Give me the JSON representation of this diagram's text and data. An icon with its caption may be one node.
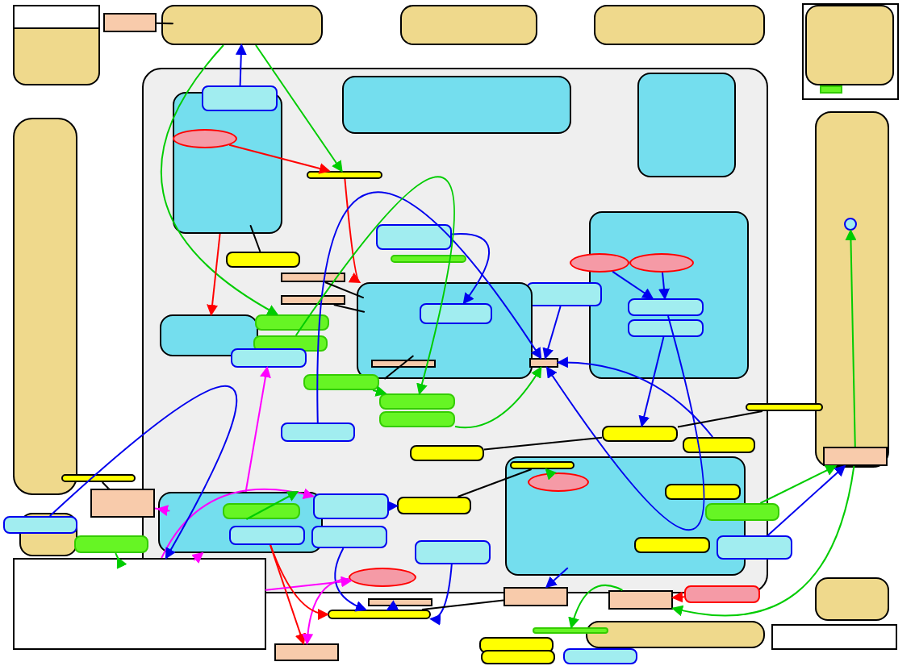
{
  "diagram": {
    "nodes": [
      {
        "text": [],
        "shape": "box"
      },
      {
        "text": [],
        "shape": "box"
      },
      {
        "text": [],
        "shape": "box",
        "in": 1
      },
      {
        "text": [],
        "shape": "box"
      },
      {
        "text": [],
        "shape": "box"
      },
      {
        "text": [],
        "shape": "box"
      },
      {
        "text": [],
        "shape": "box"
      },
      {
        "text": [],
        "shape": "box"
      },
      {
        "text": [],
        "shape": "box",
        "in": 7
      },
      {
        "text": [],
        "shape": "box",
        "in": 7
      },
      {
        "text": [],
        "shape": "box"
      },
      {
        "text": [],
        "shape": "box"
      },
      {
        "text": [],
        "shape": "box"
      },
      {
        "text": [],
        "shape": "box"
      },
      {
        "text": [],
        "shape": "box"
      },
      {
        "text": [],
        "shape": "box"
      },
      {
        "text": [],
        "shape": "box"
      },
      {
        "text": [],
        "shape": "box",
        "in": 0
      },
      {
        "text": [],
        "shape": "box",
        "in": 17
      },
      {
        "text": [],
        "shape": "ellipse",
        "in": 17
      },
      {
        "text": [],
        "shape": "box",
        "in": 0
      },
      {
        "text": [],
        "shape": "box",
        "in": 0
      },
      {
        "text": [],
        "shape": "box",
        "in": 0
      },
      {
        "text": [],
        "shape": "box",
        "in": 0
      },
      {
        "text": [],
        "shape": "box",
        "in": 0
      },
      {
        "text": [],
        "shape": "box",
        "in": 0
      },
      {
        "text": [],
        "shape": "box",
        "in": 0
      },
      {
        "text": [],
        "shape": "box",
        "in": 0
      },
      {
        "text": [],
        "shape": "box",
        "in": 0
      },
      {
        "text": [],
        "shape": "ellipse",
        "in": 28
      },
      {
        "text": [],
        "shape": "ellipse",
        "in": 28
      },
      {
        "text": [],
        "shape": "box",
        "in": 0
      },
      {
        "text": [],
        "shape": "box",
        "in": 28
      },
      {
        "text": [],
        "shape": "box",
        "in": 28
      },
      {
        "text": [],
        "shape": "box",
        "in": 0
      },
      {
        "text": [],
        "shape": "box",
        "in": 0
      },
      {
        "text": [],
        "shape": "box",
        "in": 0
      },
      {
        "text": [],
        "shape": "box",
        "in": 0
      },
      {
        "text": [],
        "shape": "box",
        "in": 37
      },
      {
        "text": [],
        "shape": "box",
        "in": 0
      },
      {
        "text": [],
        "shape": "box",
        "in": 0
      },
      {
        "text": [],
        "shape": "box",
        "in": 37
      },
      {
        "text": [],
        "shape": "box",
        "in": 0
      },
      {
        "text": [],
        "shape": "box",
        "in": 0
      },
      {
        "text": [],
        "shape": "box",
        "in": 0
      },
      {
        "text": [],
        "shape": "box",
        "in": 0
      },
      {
        "text": [],
        "shape": "box",
        "in": 0
      },
      {
        "text": [],
        "shape": "box",
        "in": 0
      },
      {
        "text": [],
        "shape": "box",
        "in": 0
      },
      {
        "text": [],
        "shape": "box",
        "in": 50
      },
      {
        "text": [],
        "shape": "box",
        "in": 0
      },
      {
        "text": [],
        "shape": "ellipse",
        "in": 50
      },
      {
        "text": [],
        "shape": "box",
        "in": 50
      },
      {
        "text": [],
        "shape": "box",
        "in": 50
      },
      {
        "text": [],
        "shape": "box"
      },
      {
        "text": [],
        "shape": "box"
      },
      {
        "text": [],
        "shape": "box",
        "in": 0
      },
      {
        "text": [],
        "shape": "box",
        "in": 0
      },
      {
        "text": [],
        "shape": "box",
        "in": 57
      },
      {
        "text": [],
        "shape": "box",
        "in": 57
      },
      {
        "text": [],
        "shape": "box",
        "in": 0
      },
      {
        "text": [],
        "shape": "box",
        "in": 0
      },
      {
        "text": [],
        "shape": "box",
        "in": 0
      },
      {
        "text": [],
        "shape": "ellipse",
        "in": 0
      },
      {
        "text": [],
        "shape": "box"
      },
      {
        "text": [],
        "shape": "box",
        "in": 11
      },
      {
        "text": [],
        "shape": "box"
      },
      {
        "text": [],
        "shape": "box"
      },
      {
        "text": [],
        "shape": "box"
      },
      {
        "text": [],
        "shape": "box"
      },
      {
        "text": [],
        "shape": "box"
      },
      {
        "text": [],
        "shape": "box"
      },
      {
        "text": [],
        "shape": "box"
      },
      {
        "text": [],
        "shape": "box"
      },
      {
        "text": [],
        "shape": "box"
      },
      {
        "text": [],
        "shape": "box"
      },
      {
        "text": [],
        "shape": "box"
      },
      {
        "text": [],
        "shape": "box"
      },
      {
        "text": [],
        "shape": "box"
      },
      {
        "text": [],
        "shape": "box"
      },
      {
        "text": [],
        "shape": "circle",
        "in": 11
      }
    ],
    "edges": [
      {
        "from": 3,
        "to": 4,
        "arrow": "none",
        "color": "#000000"
      },
      {
        "from": 18,
        "to": 4,
        "arrow": "to"
      },
      {
        "from": 4,
        "to": 22,
        "arrow": "to",
        "color": "#00cc00"
      },
      {
        "from": 4,
        "to": 35,
        "arrow": "to",
        "color": "#00cc00"
      },
      {
        "from": 19,
        "to": 22,
        "arrow": "to",
        "color": "#ff0000"
      },
      {
        "from": 23,
        "to": 17,
        "arrow": "none",
        "color": "#000000"
      },
      {
        "from": 17,
        "to": 34,
        "arrow": "to",
        "color": "#ff0000"
      },
      {
        "from": 59,
        "to": 74,
        "arrow": "to",
        "color": "#ff0000"
      },
      {
        "from": 22,
        "to": 37,
        "arrow": "to",
        "color": "#ff0000"
      },
      {
        "from": 67,
        "to": 57,
        "arrow": "to",
        "color": "#ff00ff"
      },
      {
        "from": 13,
        "to": 57,
        "arrow": "to",
        "color": "#ff00ff"
      },
      {
        "from": 13,
        "to": 63,
        "arrow": "to",
        "color": "#ff00ff"
      },
      {
        "from": 13,
        "to": 60,
        "arrow": "to",
        "color": "#ff00ff"
      },
      {
        "from": 57,
        "to": 39,
        "arrow": "to",
        "color": "#ff00ff"
      },
      {
        "from": 68,
        "to": 13,
        "arrow": "to"
      },
      {
        "from": 69,
        "to": 13,
        "arrow": "to",
        "color": "#00cc00"
      },
      {
        "from": 24,
        "to": 38,
        "arrow": "to"
      },
      {
        "from": 31,
        "to": 42,
        "arrow": "to"
      },
      {
        "from": 32,
        "to": 42,
        "arrow": "to"
      },
      {
        "from": 33,
        "to": 47,
        "arrow": "to"
      },
      {
        "from": 29,
        "to": 32,
        "arrow": "to"
      },
      {
        "from": 30,
        "to": 32,
        "arrow": "to"
      },
      {
        "from": 45,
        "to": 42,
        "arrow": "to"
      },
      {
        "from": 60,
        "to": 56,
        "arrow": "to"
      },
      {
        "from": 48,
        "to": 42,
        "arrow": "to"
      },
      {
        "from": 46,
        "to": 47,
        "arrow": "none",
        "color": "#000000"
      },
      {
        "from": 47,
        "to": 64,
        "arrow": "none",
        "color": "#000000"
      },
      {
        "from": 65,
        "to": 80,
        "arrow": "to",
        "color": "#00cc00"
      },
      {
        "from": 54,
        "to": 65,
        "arrow": "to",
        "color": "#00cc00"
      },
      {
        "from": 55,
        "to": 65,
        "arrow": "to"
      },
      {
        "from": 65,
        "to": 71,
        "arrow": "to",
        "color": "#00cc00"
      },
      {
        "from": 72,
        "to": 71,
        "arrow": "to",
        "color": "#ff0000"
      },
      {
        "from": 71,
        "to": 75,
        "arrow": "to",
        "color": "#00cc00"
      },
      {
        "from": 62,
        "to": 73,
        "arrow": "to"
      },
      {
        "from": 50,
        "to": 70,
        "arrow": "to"
      },
      {
        "from": 61,
        "to": 73,
        "arrow": "to"
      },
      {
        "from": 63,
        "to": 74,
        "arrow": "to",
        "color": "#ff00ff"
      },
      {
        "from": 79,
        "to": 73,
        "arrow": "to"
      },
      {
        "from": 40,
        "to": 43,
        "arrow": "to",
        "color": "#00cc00"
      },
      {
        "from": 44,
        "to": 42,
        "arrow": "to",
        "color": "#00cc00"
      },
      {
        "from": 36,
        "to": 43,
        "arrow": "to",
        "color": "#00cc00"
      },
      {
        "from": 51,
        "to": 49,
        "arrow": "to",
        "color": "#00cc00"
      },
      {
        "from": 49,
        "to": 56,
        "arrow": "none",
        "color": "#000000"
      },
      {
        "from": 66,
        "to": 67,
        "arrow": "none",
        "color": "#000000"
      },
      {
        "from": 70,
        "to": 73,
        "arrow": "none",
        "color": "#000000"
      },
      {
        "from": 26,
        "to": 37,
        "arrow": "none",
        "color": "#000000"
      },
      {
        "from": 27,
        "to": 37,
        "arrow": "none",
        "color": "#000000"
      },
      {
        "from": 58,
        "to": 57,
        "arrow": "to",
        "color": "#00cc00"
      },
      {
        "from": 59,
        "to": 73,
        "arrow": "to",
        "color": "#ff0000"
      },
      {
        "from": 41,
        "to": 37,
        "arrow": "none",
        "color": "#000000"
      }
    ]
  }
}
